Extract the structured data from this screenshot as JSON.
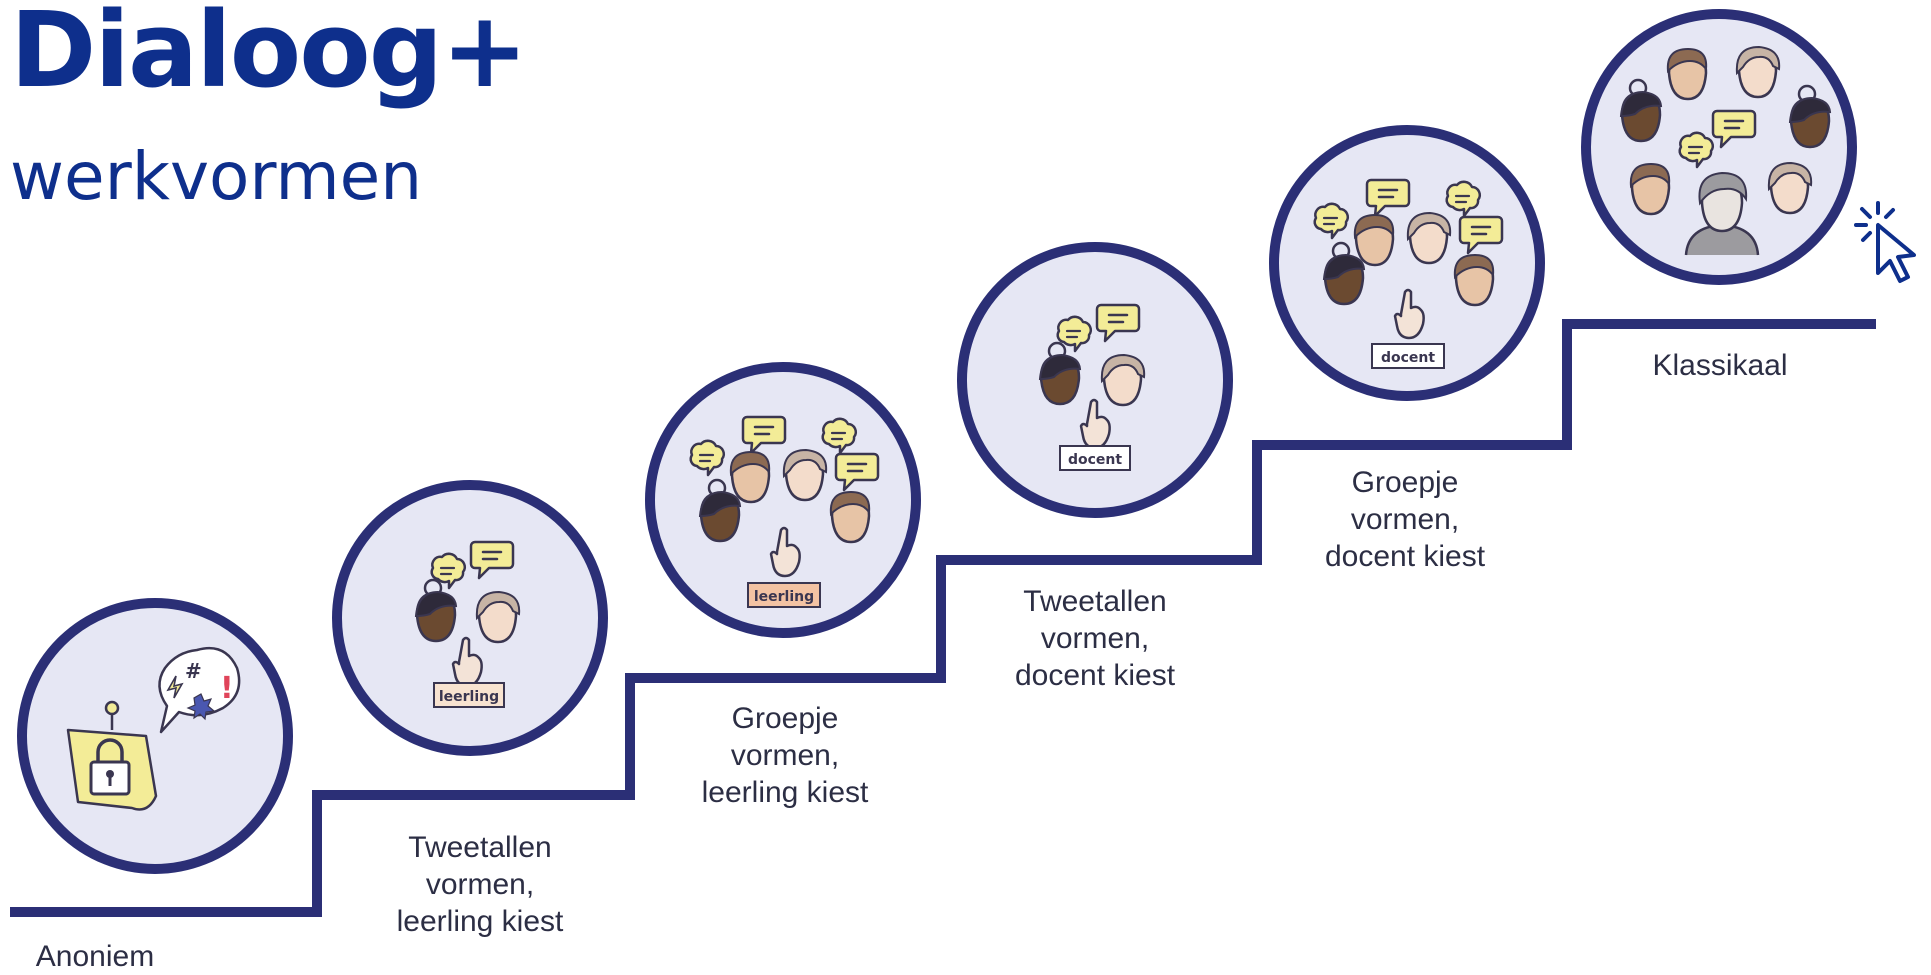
{
  "header": {
    "title": "Dialoog+",
    "subtitle": "werkvormen"
  },
  "steps": [
    {
      "label": "Anoniem"
    },
    {
      "label": "Tweetallen\nvormen,\nleerling kiest",
      "tag": "leerling"
    },
    {
      "label": "Groepje\nvormen,\nleerling kiest",
      "tag": "leerling"
    },
    {
      "label": "Tweetallen\nvormen,\ndocent kiest",
      "tag": "docent"
    },
    {
      "label": "Groepje\nvormen,\ndocent kiest",
      "tag": "docent"
    },
    {
      "label": "Klassikaal"
    }
  ],
  "colors": {
    "navy": "#0e2f8c",
    "stair": "#2b2f76",
    "circle_fill": "#e6e7f4",
    "label": "#2c2e44",
    "bubble": "#f3ec97"
  }
}
